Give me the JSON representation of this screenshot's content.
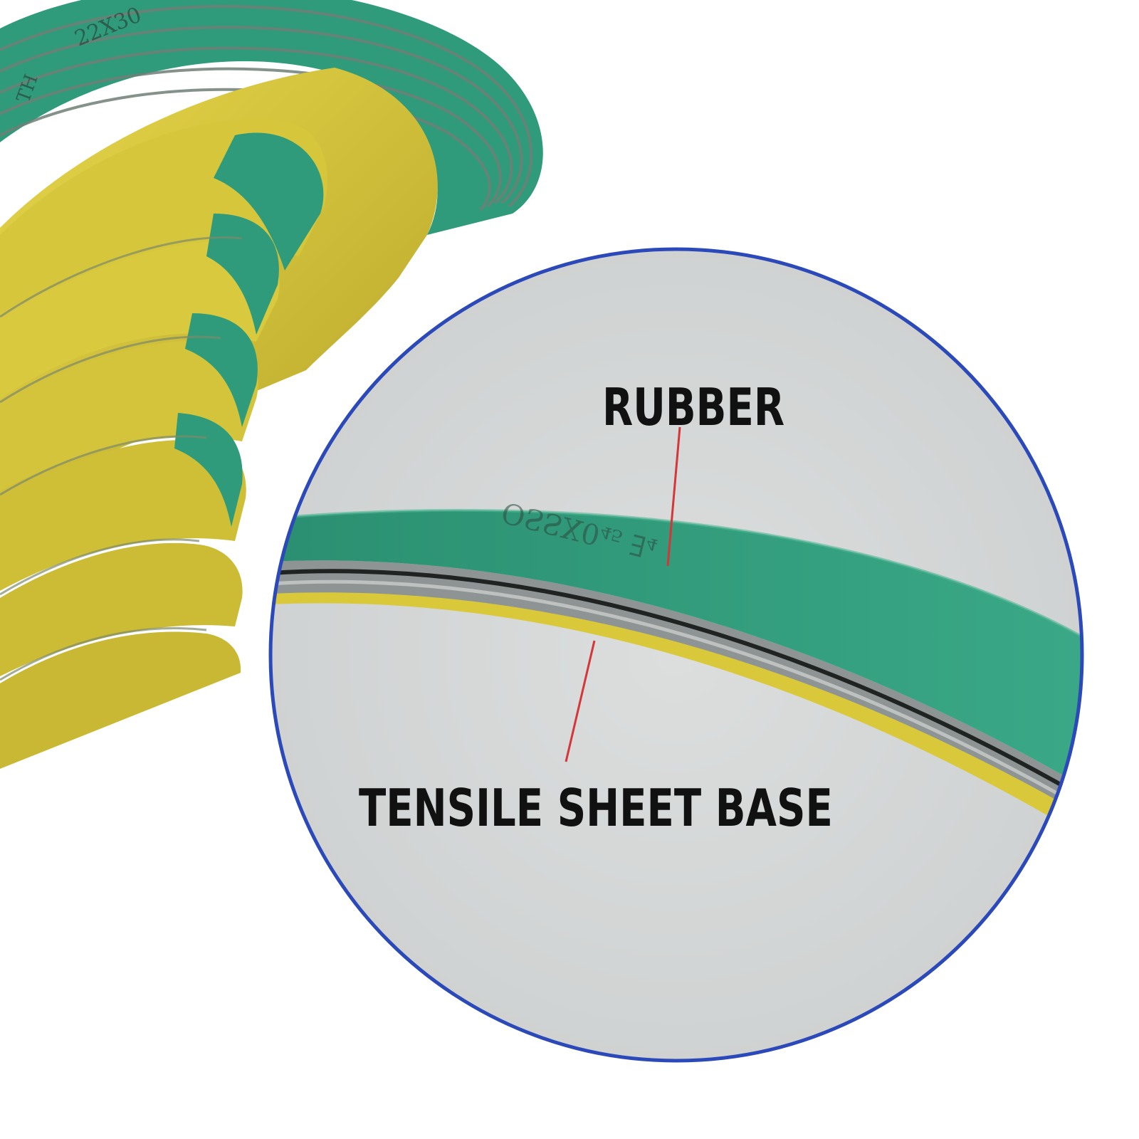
{
  "callouts": {
    "top_label": "RUBBER",
    "bottom_label": "TENSILE SHEET BASE"
  },
  "belt_print": {
    "closeup_text": "OSSX0₄₅ ∃₄",
    "stack_text": "22X30",
    "stack_side_text": "TH"
  },
  "colors": {
    "rubber_green": "#2f9b7a",
    "base_yellow": "#d9c83a",
    "fabric_gray": "#8e9493",
    "callout_line": "#d4363a",
    "lens_border": "#2b49b8",
    "lens_background": "#d6d8d8"
  }
}
